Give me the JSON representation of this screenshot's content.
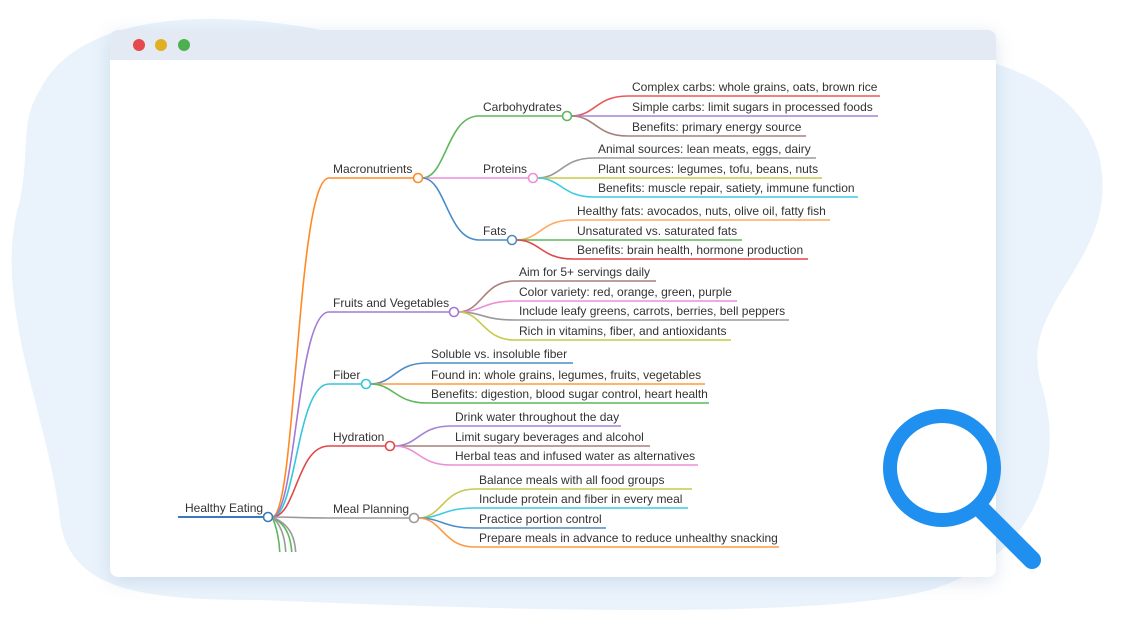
{
  "window": {
    "controls": [
      {
        "name": "close",
        "color": "#e5484d"
      },
      {
        "name": "minimize",
        "color": "#e0b020"
      },
      {
        "name": "maximize",
        "color": "#4cb050"
      }
    ]
  },
  "mindmap": {
    "root": {
      "label": "Healthy Eating",
      "color": "#3a78c0",
      "children": [
        {
          "label": "Macronutrients",
          "color": "#ff8a24",
          "children": [
            {
              "label": "Carbohydrates",
              "color": "#5cb85c",
              "children": [
                {
                  "label": "Complex carbs: whole grains, oats, brown rice",
                  "color": "#e85a5a"
                },
                {
                  "label": "Simple carbs: limit sugars in processed foods",
                  "color": "#a584d6"
                },
                {
                  "label": "Benefits: primary energy source",
                  "color": "#a5817a"
                }
              ]
            },
            {
              "label": "Proteins",
              "color": "#ec8fd6",
              "children": [
                {
                  "label": "Animal sources: lean meats, eggs, dairy",
                  "color": "#9a9a9a"
                },
                {
                  "label": "Plant sources: legumes, tofu, beans, nuts",
                  "color": "#c9c84a"
                },
                {
                  "label": "Benefits: muscle repair, satiety, immune function",
                  "color": "#3ccbe0"
                }
              ]
            },
            {
              "label": "Fats",
              "color": "#4a8cc8",
              "children": [
                {
                  "label": "Healthy fats: avocados, nuts, olive oil, fatty fish",
                  "color": "#ffab66"
                },
                {
                  "label": "Unsaturated vs. saturated fats",
                  "color": "#5cb85c"
                },
                {
                  "label": "Benefits: brain health, hormone production",
                  "color": "#e04848"
                }
              ]
            }
          ]
        },
        {
          "label": "Fruits and Vegetables",
          "color": "#a07ad6",
          "children": [
            {
              "label": "Aim for 5+ servings daily",
              "color": "#a5817a"
            },
            {
              "label": "Color variety: red, orange, green, purple",
              "color": "#ec8fd6"
            },
            {
              "label": "Include leafy greens, carrots, berries, bell peppers",
              "color": "#9a9a9a"
            },
            {
              "label": "Rich in vitamins, fiber, and antioxidants",
              "color": "#c9c84a"
            }
          ]
        },
        {
          "label": "Fiber",
          "color": "#36c6da",
          "children": [
            {
              "label": "Soluble vs. insoluble fiber",
              "color": "#4a8cc8"
            },
            {
              "label": "Found in: whole grains, legumes, fruits, vegetables",
              "color": "#ff9a40"
            },
            {
              "label": "Benefits: digestion, blood sugar control, heart health",
              "color": "#5cb85c"
            }
          ]
        },
        {
          "label": "Hydration",
          "color": "#e04848",
          "children": [
            {
              "label": "Drink water throughout the day",
              "color": "#a584d6"
            },
            {
              "label": "Limit sugary beverages and alcohol",
              "color": "#a5817a"
            },
            {
              "label": "Herbal teas and infused water as alternatives",
              "color": "#ec8fd6"
            }
          ]
        },
        {
          "label": "Meal Planning",
          "color": "#9a9a9a",
          "children": [
            {
              "label": "Balance meals with all food groups",
              "color": "#c9c84a"
            },
            {
              "label": "Include protein and fiber in every meal",
              "color": "#3ccbe0"
            },
            {
              "label": "Practice portion control",
              "color": "#4a8cc8"
            },
            {
              "label": "Prepare meals in advance to reduce unhealthy snacking",
              "color": "#ff9a40"
            }
          ]
        }
      ]
    }
  },
  "search_icon": {
    "name": "magnifier-icon",
    "color": "#1f8ff0"
  }
}
